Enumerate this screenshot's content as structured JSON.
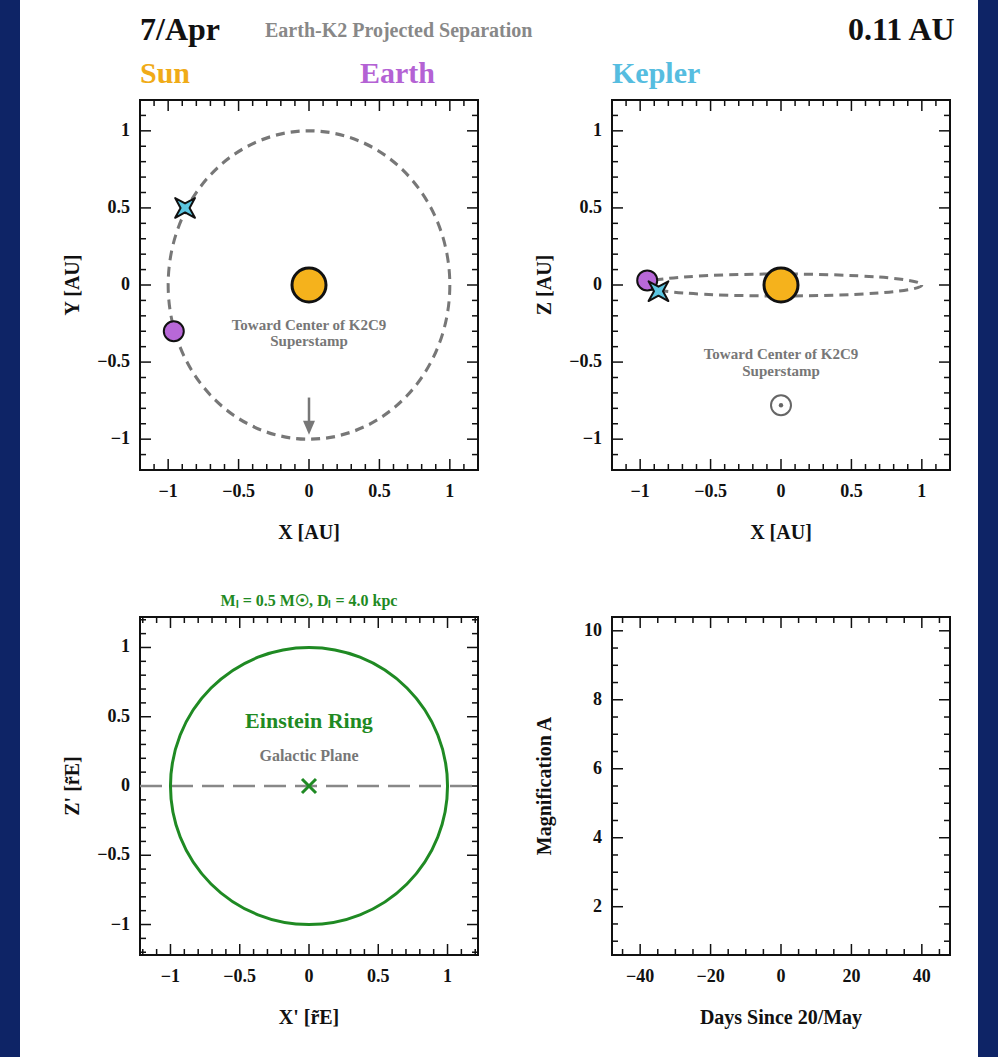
{
  "diagram": {
    "labels": [
      "7/Apr",
      "Earth-K2 Projected Separation",
      "0.11 AU",
      "Sun",
      "Earth",
      "Kepler",
      "1",
      "0.5",
      "0",
      "−0.5",
      "−1",
      "−1",
      "−0.5",
      "0",
      "0.5",
      "1",
      "Y [AU]",
      "X [AU]",
      "Toward Center of K2C9 Superstamp",
      "1",
      "0.5",
      "0",
      "−0.5",
      "−1",
      "−1",
      "−0.5",
      "0",
      "0.5",
      "1",
      "Z [AU]",
      "X [AU]",
      "Toward Center of K2C9 Superstamp",
      "Mₗ = 0.5 M☉, Dₗ = 4.0 kpc",
      "1",
      "0.5",
      "0",
      "−0.5",
      "−1",
      "−1",
      "−0.5",
      "0",
      "0.5",
      "1",
      "Z' [r̃E]",
      "X' [r̃E]",
      "Einstein Ring",
      "Galactic Plane",
      "2",
      "4",
      "6",
      "8",
      "10",
      "−40",
      "−20",
      "0",
      "20",
      "40",
      "Magnification A",
      "Days Since 20/May"
    ]
  }
}
